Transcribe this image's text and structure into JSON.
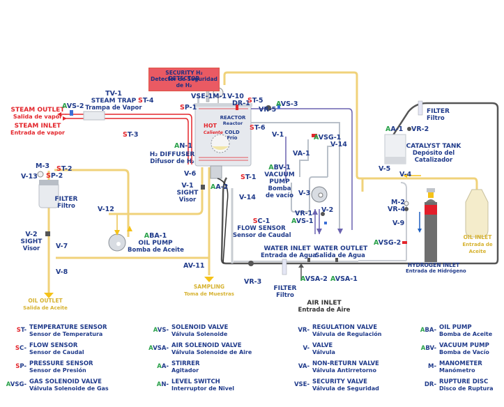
{
  "diagram": {
    "colors": {
      "label_blue": "#1f3a8a",
      "sensor_red": "#e3262c",
      "actuator_green": "#2aa14a",
      "oil_gold": "#d6b230",
      "steam_red": "#e3262c",
      "water_purple": "#6a62b0",
      "air_gray": "#555555",
      "detector_box": "#ea5a63"
    },
    "security_detector": {
      "line1": "SECURITY H₂ DETECTOR",
      "line2": "Detector de Seguridad",
      "line3": "de H₂"
    },
    "steam": {
      "outlet_en": "STEAM OUTLET",
      "outlet_es": "Salida de vapor",
      "inlet_en": "STEAM INLET",
      "inlet_es": "Entrada de vapor"
    },
    "steam_trap": {
      "code": "TV-1",
      "en": "STEAM TRAP",
      "es": "Trampa de Vapor"
    },
    "reactor": {
      "en": "REACTOR",
      "es": "Reactor",
      "hot_en": "HOT",
      "hot_es": "Caliente",
      "cold_en": "COLD",
      "cold_es": "Frío"
    },
    "diffuser": {
      "en": "H₂ DIFFUSER",
      "es": "Difusor de H₂"
    },
    "filter_oil": {
      "en": "FILTER",
      "es": "Filtro"
    },
    "sight_v1": {
      "code": "V-1",
      "en": "SIGHT",
      "es": "Visor"
    },
    "sight_v2": {
      "code": "V-2",
      "en": "SIGHT",
      "es": "Visor"
    },
    "oil_pump": {
      "code_prefix": "A",
      "code_rest": "BA-1",
      "en": "OIL PUMP",
      "es": "Bomba de Aceite"
    },
    "vacuum_pump": {
      "code_prefix": "A",
      "code_rest": "BV-1",
      "en1": "VACUUM",
      "en2": "PUMP",
      "es1": "Bomba",
      "es2": "de vacío"
    },
    "flow_sensor": {
      "code_prefix": "S",
      "code_rest": "C-1",
      "en": "FLOW SENSOR",
      "es": "Sensor de Caudal"
    },
    "water_inlet": {
      "en": "WATER INLET",
      "es": "Entrada de Agua"
    },
    "water_outlet": {
      "en": "WATER OUTLET",
      "es": "Salida de Agua"
    },
    "filter_top": {
      "en": "FILTER",
      "es": "Filtro"
    },
    "filter_air": {
      "en": "FILTER",
      "es": "Filtro"
    },
    "catalyst_tank": {
      "en": "CATALYST TANK",
      "es1": "Depósito del",
      "es2": "Catalizador"
    },
    "oil_inlet": {
      "en": "OIL INLET",
      "es1": "Entrada de",
      "es2": "Aceite"
    },
    "hydrogen_inlet": {
      "en": "HYDROGEN INLET",
      "es": "Entrada de Hidrógeno"
    },
    "air_inlet": {
      "en": "AIR INLET",
      "es": "Entrada de Aire"
    },
    "oil_outlet": {
      "en": "OIL OUTLET",
      "es": "Salida de Aceite"
    },
    "sampling": {
      "en": "SAMPLING",
      "es": "Toma de Muestras"
    },
    "tags": {
      "avs2": {
        "p": "A",
        "r": "VS-2"
      },
      "st4": {
        "p": "S",
        "r": "T-4"
      },
      "st3": {
        "p": "S",
        "r": "T-3"
      },
      "sp1": {
        "p": "S",
        "r": "P-1"
      },
      "vse1": "VSE-1",
      "m1": "M-1",
      "v10": "V-10",
      "dr1": "DR-1",
      "st5": {
        "p": "S",
        "r": "T-5"
      },
      "vr5": "VR-5",
      "avs3": {
        "p": "A",
        "r": "VS-3"
      },
      "st6": {
        "p": "S",
        "r": "T-6"
      },
      "v1b": "V-1",
      "avsg1": {
        "p": "A",
        "r": "VSG-1"
      },
      "v14a": "V-14",
      "va1": "VA-1",
      "an1": {
        "p": "A",
        "r": "N-1"
      },
      "v6": "V-6",
      "aa2": {
        "p": "A",
        "r": "A-2"
      },
      "st1": {
        "p": "S",
        "r": "T-1"
      },
      "v14b": "V-14",
      "v3": "V-3",
      "vr1": "VR-1",
      "avs1": {
        "p": "A",
        "r": "VS-1"
      },
      "v2b": "V-2",
      "m3": "M-3",
      "st2": {
        "p": "S",
        "r": "T-2"
      },
      "v13": "V-13",
      "sp2": {
        "p": "S",
        "r": "P-2"
      },
      "v12": "V-12",
      "v7": "V-7",
      "v8": "V-8",
      "av11": "AV-11",
      "vr3": "VR-3",
      "avsa2": {
        "p": "A",
        "r": "VSA-2"
      },
      "avsa1": {
        "p": "A",
        "r": "VSA-1"
      },
      "aa1": {
        "p": "A",
        "r": "A-1"
      },
      "vr2": "VR-2",
      "v5": "V-5",
      "v4": "V-4",
      "m2": "M-2",
      "vr4": "VR-4",
      "v9": "V-9",
      "avsg2": {
        "p": "A",
        "r": "VSG-2"
      }
    }
  },
  "legend": [
    {
      "p": "S",
      "r": "T-",
      "pc": "red",
      "en": "TEMPERATURE SENSOR",
      "es": "Sensor de Temperatura"
    },
    {
      "p": "S",
      "r": "C-",
      "pc": "red",
      "en": "FLOW SENSOR",
      "es": "Sensor de Caudal"
    },
    {
      "p": "S",
      "r": "P-",
      "pc": "red",
      "en": "PRESSURE SENSOR",
      "es": "Sensor de Presión"
    },
    {
      "p": "A",
      "r": "VSG-",
      "pc": "green",
      "en": "GAS SOLENOID VALVE",
      "es": "Válvula Solenoide de Gas"
    },
    {
      "p": "A",
      "r": "VS-",
      "pc": "green",
      "en": "SOLENOID VALVE",
      "es": "Válvula Solenoide"
    },
    {
      "p": "A",
      "r": "VSA-",
      "pc": "green",
      "en": "AIR SOLENOID VALVE",
      "es": "Válvula Solenoide de Aire"
    },
    {
      "p": "A",
      "r": "A-",
      "pc": "green",
      "en": "STIRRER",
      "es": "Agitador"
    },
    {
      "p": "A",
      "r": "N-",
      "pc": "green",
      "en": "LEVEL SWITCH",
      "es": "Interruptor de Nivel"
    },
    {
      "p": "",
      "r": "VR-",
      "pc": "blue",
      "en": "REGULATION VALVE",
      "es": "Válvula de Regulación"
    },
    {
      "p": "",
      "r": "V-",
      "pc": "blue",
      "en": "VALVE",
      "es": "Válvula"
    },
    {
      "p": "",
      "r": "VA-",
      "pc": "blue",
      "en": "NON-RETURN VALVE",
      "es": "Válvula Antirretorno"
    },
    {
      "p": "",
      "r": "VSE-",
      "pc": "blue",
      "en": "SECURITY VALVE",
      "es": "Válvula de Seguridad"
    },
    {
      "p": "A",
      "r": "BA-",
      "pc": "green",
      "en": "OIL PUMP",
      "es": "Bomba de Aceite"
    },
    {
      "p": "A",
      "r": "BV-",
      "pc": "green",
      "en": "VACUUM PUMP",
      "es": "Bomba de Vacío"
    },
    {
      "p": "",
      "r": "M-",
      "pc": "blue",
      "en": "MANOMETER",
      "es": "Manómetro"
    },
    {
      "p": "",
      "r": "DR-",
      "pc": "blue",
      "en": "RUPTURE DISC",
      "es": "Disco de Ruptura"
    }
  ]
}
